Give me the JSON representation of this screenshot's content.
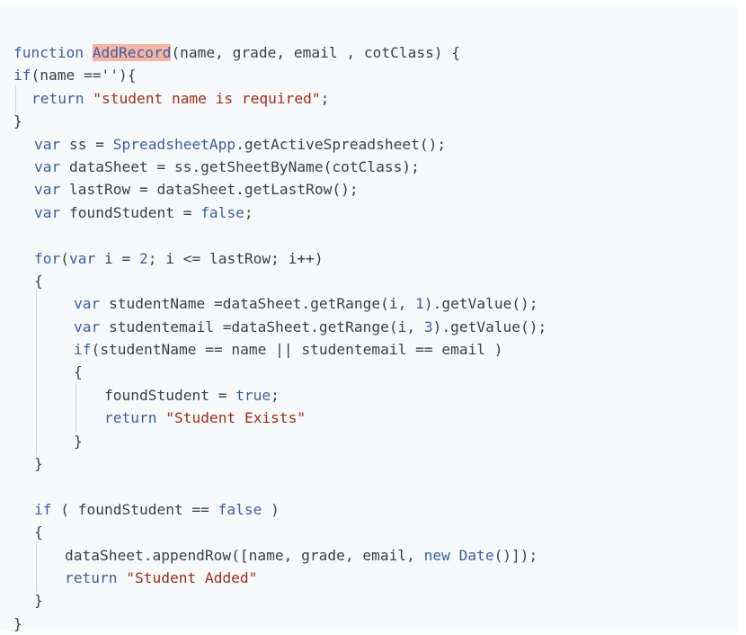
{
  "code": {
    "language": "javascript",
    "highlighted_identifier": "AddRecord",
    "lines": {
      "l01": {
        "kw": "function",
        "name": "AddRecord",
        "rest": "(name, grade, email , cotClass) {"
      },
      "l02": {
        "kw": "if",
        "rest": "(name ==''){"
      },
      "l03": {
        "kw": "return",
        "str": "\"student name is required\"",
        "rest": ";"
      },
      "l04": {
        "rest": "}"
      },
      "l05": {
        "kw": "var",
        "mid": " ss = ",
        "cls": "SpreadsheetApp",
        "rest": ".getActiveSpreadsheet();"
      },
      "l06": {
        "kw": "var",
        "rest": " dataSheet = ss.getSheetByName(cotClass);"
      },
      "l07": {
        "kw": "var",
        "rest": " lastRow = dataSheet.getLastRow();"
      },
      "l08": {
        "kw": "var",
        "mid": " foundStudent = ",
        "kw2": "false",
        "rest": ";"
      },
      "l10": {
        "kw": "for",
        "a": "(",
        "kw2": "var",
        "b": " i = ",
        "num": "2",
        "rest": "; i <= lastRow; i++)"
      },
      "l11": {
        "rest": "{"
      },
      "l12": {
        "kw": "var",
        "mid": " studentName =dataSheet.getRange(i, ",
        "num": "1",
        "rest": ").getValue();"
      },
      "l13": {
        "kw": "var",
        "mid": " studentemail =dataSheet.getRange(i, ",
        "num": "3",
        "rest": ").getValue();"
      },
      "l14": {
        "kw": "if",
        "rest": "(studentName == name || studentemail == email )"
      },
      "l15": {
        "rest": "{"
      },
      "l16": {
        "mid": "foundStudent = ",
        "kw2": "true",
        "rest": ";"
      },
      "l17": {
        "kw": "return",
        "str": "\"Student Exists\""
      },
      "l18": {
        "rest": "}"
      },
      "l19": {
        "rest": "}"
      },
      "l21": {
        "kw": "if",
        "a": " ( foundStudent == ",
        "kw2": "false",
        "rest": " )"
      },
      "l22": {
        "rest": "{"
      },
      "l23": {
        "mid": "dataSheet.appendRow([name, grade, email, ",
        "kw2": "new",
        "cls": "Date",
        "rest": "()]);"
      },
      "l24": {
        "kw": "return",
        "str": "\"Student Added\""
      },
      "l25": {
        "rest": "}"
      },
      "l26": {
        "rest": "}"
      }
    },
    "colors": {
      "background": "#f8f9fa",
      "keyword": "#3c5f9f",
      "string": "#9a2f1e",
      "text": "#3c4043",
      "highlight": "#f6b3a7"
    }
  }
}
